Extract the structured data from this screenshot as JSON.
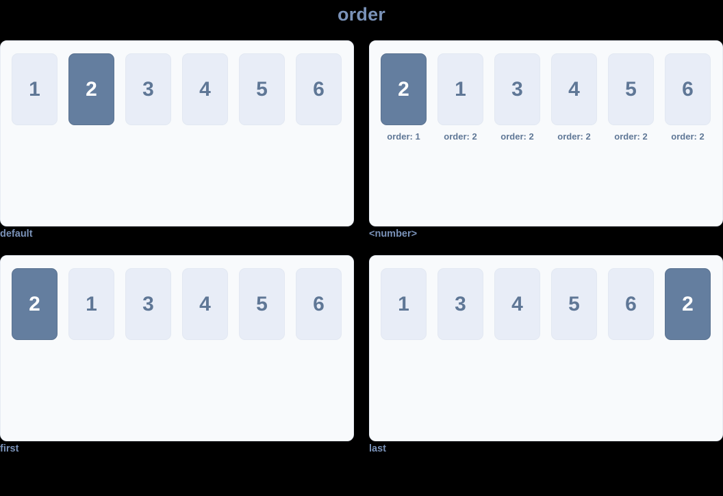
{
  "title": "order",
  "colors": {
    "background": "#000000",
    "panel_bg": "#f8fafc",
    "panel_border": "#e6ebf3",
    "box_bg": "#e8edf7",
    "box_text": "#5f7796",
    "highlight_bg": "#647e9f",
    "highlight_text": "#ffffff",
    "label_text": "#7a92b8",
    "title_text": "#7a92b8"
  },
  "panels": [
    {
      "label": "default",
      "items": [
        {
          "value": "1",
          "highlight": false,
          "caption": ""
        },
        {
          "value": "2",
          "highlight": true,
          "caption": ""
        },
        {
          "value": "3",
          "highlight": false,
          "caption": ""
        },
        {
          "value": "4",
          "highlight": false,
          "caption": ""
        },
        {
          "value": "5",
          "highlight": false,
          "caption": ""
        },
        {
          "value": "6",
          "highlight": false,
          "caption": ""
        }
      ]
    },
    {
      "label": "<number>",
      "items": [
        {
          "value": "2",
          "highlight": true,
          "caption": "order: 1"
        },
        {
          "value": "1",
          "highlight": false,
          "caption": "order: 2"
        },
        {
          "value": "3",
          "highlight": false,
          "caption": "order: 2"
        },
        {
          "value": "4",
          "highlight": false,
          "caption": "order: 2"
        },
        {
          "value": "5",
          "highlight": false,
          "caption": "order: 2"
        },
        {
          "value": "6",
          "highlight": false,
          "caption": "order: 2"
        }
      ]
    },
    {
      "label": "first",
      "items": [
        {
          "value": "2",
          "highlight": true,
          "caption": ""
        },
        {
          "value": "1",
          "highlight": false,
          "caption": ""
        },
        {
          "value": "3",
          "highlight": false,
          "caption": ""
        },
        {
          "value": "4",
          "highlight": false,
          "caption": ""
        },
        {
          "value": "5",
          "highlight": false,
          "caption": ""
        },
        {
          "value": "6",
          "highlight": false,
          "caption": ""
        }
      ]
    },
    {
      "label": "last",
      "items": [
        {
          "value": "1",
          "highlight": false,
          "caption": ""
        },
        {
          "value": "3",
          "highlight": false,
          "caption": ""
        },
        {
          "value": "4",
          "highlight": false,
          "caption": ""
        },
        {
          "value": "5",
          "highlight": false,
          "caption": ""
        },
        {
          "value": "6",
          "highlight": false,
          "caption": ""
        },
        {
          "value": "2",
          "highlight": true,
          "caption": ""
        }
      ]
    }
  ]
}
